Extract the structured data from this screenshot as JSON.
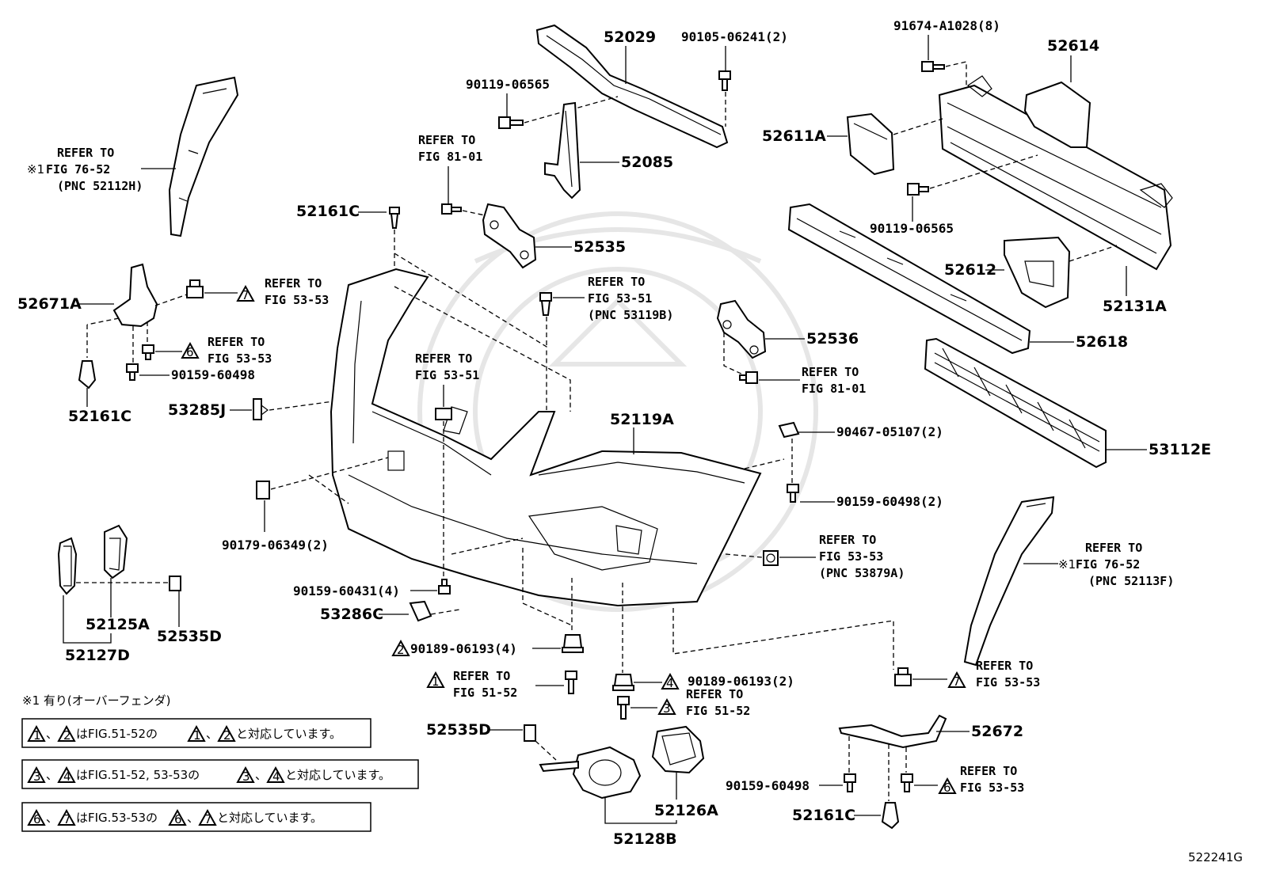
{
  "diagram_id": "522241G",
  "parts": {
    "p52029": "52029",
    "p90105": "90105-06241(2)",
    "p91674": "91674-A1028(8)",
    "p52614": "52614",
    "p90119a": "90119-06565",
    "p52611a": "52611A",
    "p52085": "52085",
    "p90119b": "90119-06565",
    "p52161c_top": "52161C",
    "p52535": "52535",
    "p52612": "52612",
    "p52131a": "52131A",
    "p52671a": "52671A",
    "p52536": "52536",
    "p52618": "52618",
    "p90159_left": "90159-60498",
    "p52161c_left": "52161C",
    "p53285j": "53285J",
    "p52119a": "52119A",
    "p90467": "90467-05107(2)",
    "p53112e": "53112E",
    "p90159_r2": "90159-60498(2)",
    "p90179": "90179-06349(2)",
    "p90159_431": "90159-60431(4)",
    "p53286c": "53286C",
    "p52125a": "52125A",
    "p52535d_left": "52535D",
    "p52127d": "52127D",
    "p90189_4": "90189-06193(4)",
    "p90189_2": "90189-06193(2)",
    "p52535d_bottom": "52535D",
    "p52126a": "52126A",
    "p52128b": "52128B",
    "p52672": "52672",
    "p90159_bottom": "90159-60498",
    "p52161c_bottom": "52161C"
  },
  "refs": {
    "r7652_l": [
      "REFER TO",
      "FIG 76-52",
      "(PNC 52112H)"
    ],
    "r7652_l_mark": "※1",
    "r8101_top": [
      "REFER TO",
      "FIG 81-01"
    ],
    "r5353_7": [
      "REFER TO",
      "FIG 53-53"
    ],
    "r5353_6": [
      "REFER TO",
      "FIG 53-53"
    ],
    "r5351_top": [
      "REFER TO",
      "FIG 53-51",
      "(PNC 53119B)"
    ],
    "r5351_mid": [
      "REFER TO",
      "FIG 53-51"
    ],
    "r8101_right": [
      "REFER TO",
      "FIG 81-01"
    ],
    "r5353_pnc": [
      "REFER TO",
      "FIG 53-53",
      "(PNC 53879A)"
    ],
    "r7652_r": [
      "REFER TO",
      "FIG 76-52",
      "(PNC 52113F)"
    ],
    "r7652_r_mark": "※1",
    "r5152_1": [
      "REFER TO",
      "FIG 51-52"
    ],
    "r5152_3": [
      "REFER TO",
      "FIG 51-52"
    ],
    "r5353_7b": [
      "REFER TO",
      "FIG 53-53"
    ],
    "r5353_6b": [
      "REFER TO",
      "FIG 53-53"
    ]
  },
  "markers": {
    "m7_top": "7",
    "m6_top": "6",
    "m2": "2",
    "m1": "1",
    "m4": "4",
    "m3": "3",
    "m7_bot": "7",
    "m6_bot": "6"
  },
  "notes": {
    "footnote": "※1 有り(オーバーフェンダ)",
    "note1_a": "1",
    "note1_b": "2",
    "note1_text1": "、",
    "note1_text2": "はFIG.51-52の",
    "note1_c": "1",
    "note1_d": "2",
    "note1_text3": "と対応しています。",
    "note2_a": "3",
    "note2_b": "4",
    "note2_text2": "はFIG.51-52, 53-53の",
    "note2_c": "3",
    "note2_d": "4",
    "note2_text3": "と対応しています。",
    "note3_a": "6",
    "note3_b": "7",
    "note3_text2": "はFIG.53-53の",
    "note3_c": "6",
    "note3_d": "7",
    "note3_text3": "と対応しています。"
  }
}
